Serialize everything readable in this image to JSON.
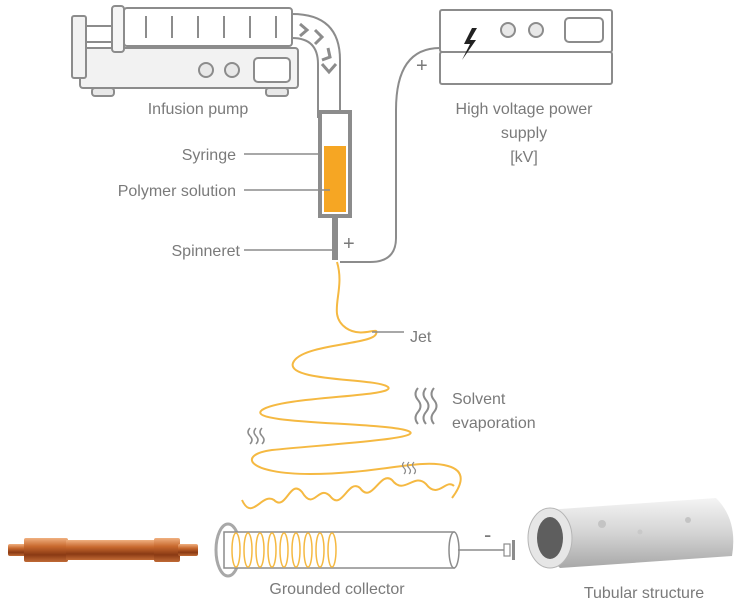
{
  "labels": {
    "infusion_pump": "Infusion pump",
    "hv_line1": "High voltage power",
    "hv_line2": "supply",
    "hv_line3": "[kV]",
    "syringe": "Syringe",
    "polymer_solution": "Polymer solution",
    "spinneret": "Spinneret",
    "jet": "Jet",
    "solvent_line1": "Solvent",
    "solvent_line2": "evaporation",
    "grounded_collector": "Grounded collector",
    "tubular_structure": "Tubular structure"
  },
  "signs": {
    "positive_supply": "+",
    "positive_spinneret": "+",
    "negative_collector": "-"
  },
  "icons": [
    "lightning-icon",
    "vapor-icon"
  ],
  "colors": {
    "jet": "#f5b942",
    "solution": "#f6a623",
    "equipment": "#8c8c8c",
    "label": "#7a7a7a",
    "copper_rod": "#c0602a",
    "scaffold": "#d0d0d0"
  }
}
